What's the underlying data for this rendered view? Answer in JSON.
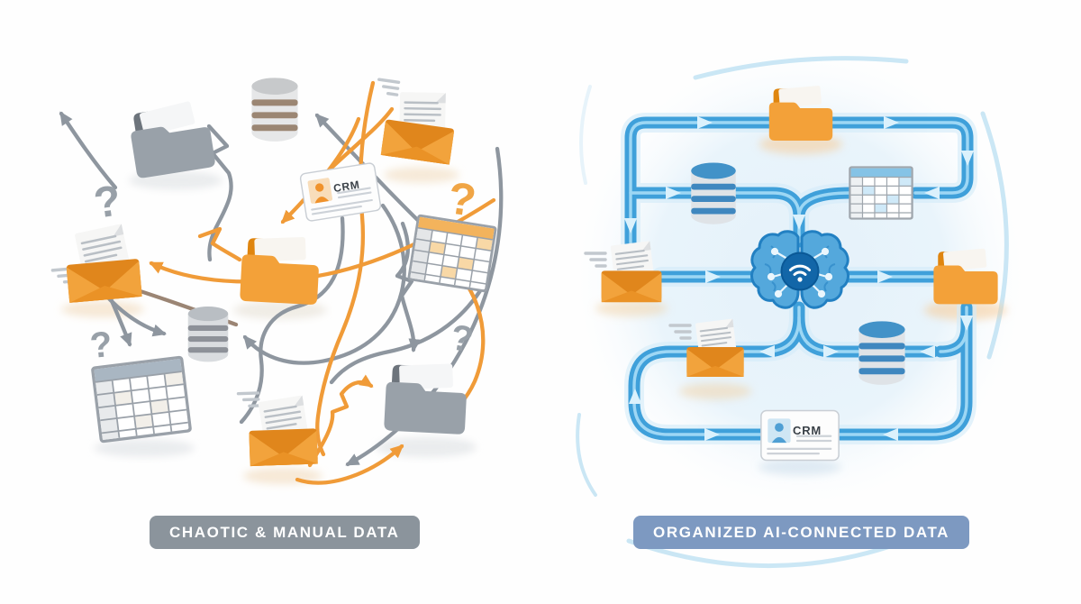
{
  "title_badges": {
    "left": "CHAOTIC & MANUAL DATA",
    "right": "ORGANIZED AI-CONNECTED DATA"
  },
  "crm_card_label": "CRM",
  "question_mark": "?",
  "colors": {
    "accent_orange": "#f09b30",
    "arrow_gray": "#8e969f",
    "pipe_blue": "#3fa0da",
    "pipe_highlight": "#a8ddf7",
    "brain_blue": "#4fa5db",
    "brain_chip": "#1266a8",
    "badge_left_bg": "#8b949c",
    "badge_right_bg": "#7d99c1",
    "right_panel_tint": "#e7f3fa"
  },
  "left_panel_icons": [
    "gray-folder",
    "database",
    "flying-email",
    "crm-card",
    "orange-folder",
    "orange-spreadsheet",
    "email-with-letter",
    "gray-database",
    "gray-spreadsheet",
    "email-with-letter",
    "gray-folder",
    "question-marks"
  ],
  "right_panel_icons": [
    "orange-folder",
    "blue-database",
    "blue-spreadsheet",
    "email-with-letter",
    "ai-brain-with-wifi",
    "email-with-letter",
    "orange-folder",
    "blue-database",
    "crm-card"
  ]
}
